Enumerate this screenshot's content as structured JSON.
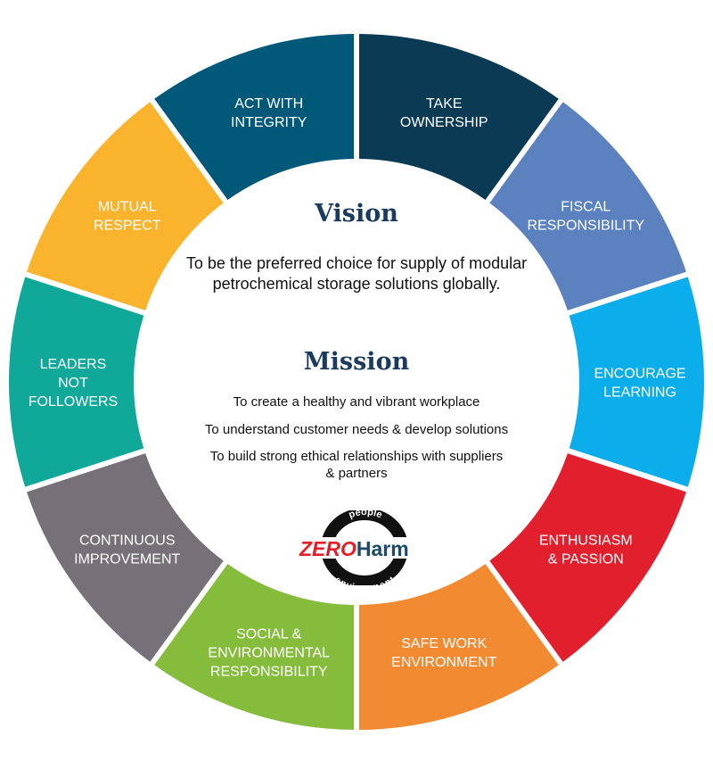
{
  "segments": [
    {
      "lines": [
        "TAKE",
        "OWNERSHIP"
      ],
      "color": "#0b3b54"
    },
    {
      "lines": [
        "FISCAL",
        "RESPONSIBILITY"
      ],
      "color": "#5b82bf"
    },
    {
      "lines": [
        "ENCOURAGE",
        "LEARNING"
      ],
      "color": "#0badea"
    },
    {
      "lines": [
        "ENTHUSIASM",
        "& PASSION"
      ],
      "color": "#e11f2d"
    },
    {
      "lines": [
        "SAFE WORK",
        "ENVIRONMENT"
      ],
      "color": "#f28a31"
    },
    {
      "lines": [
        "SOCIAL &",
        "ENVIRONMENTAL",
        "RESPONSIBILITY"
      ],
      "color": "#86bc3c"
    },
    {
      "lines": [
        "CONTINUOUS",
        "IMPROVEMENT"
      ],
      "color": "#767179"
    },
    {
      "lines": [
        "LEADERS",
        "NOT",
        "FOLLOWERS"
      ],
      "color": "#0fa899"
    },
    {
      "lines": [
        "MUTUAL",
        "RESPECT"
      ],
      "color": "#f9b32c"
    },
    {
      "lines": [
        "ACT WITH",
        "INTEGRITY"
      ],
      "color": "#015878"
    }
  ],
  "vision": {
    "title": "Vision",
    "text": "To be the preferred choice for supply of modular petrochemical storage solutions globally."
  },
  "mission": {
    "title": "Mission",
    "items": [
      "To create a healthy and vibrant workplace",
      "To understand customer needs & develop solutions",
      "To build strong ethical relationships with suppliers & partners"
    ]
  },
  "logo": {
    "top": "people",
    "zero": "ZERO",
    "harm": "Harm",
    "bottom": "environment",
    "zero_color": "#e21f26",
    "harm_color": "#1b4a6b"
  }
}
